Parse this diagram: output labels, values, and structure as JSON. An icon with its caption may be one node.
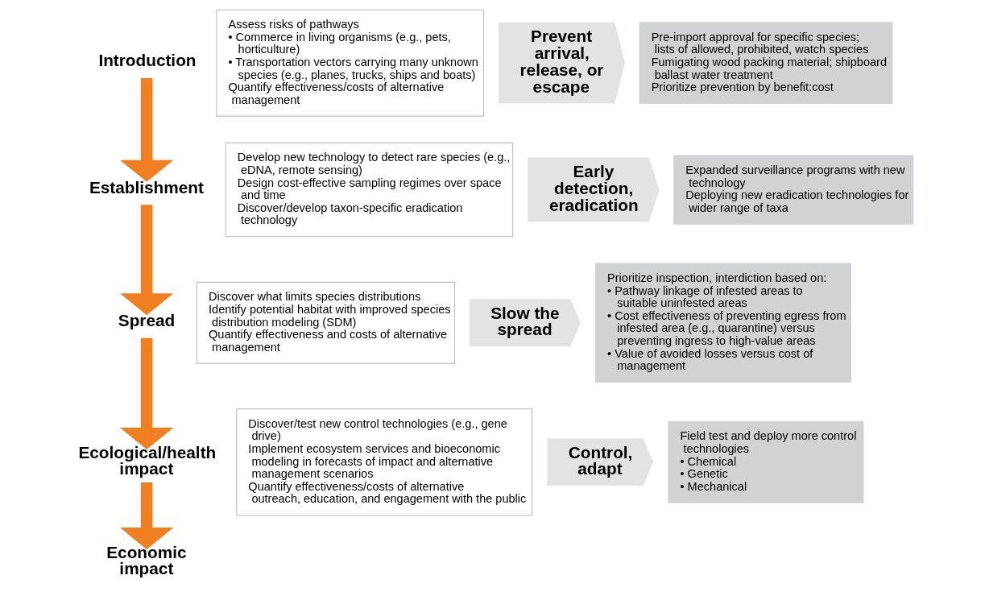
{
  "diagram": {
    "nodes": [
      {
        "text": [
          "Introduction"
        ]
      },
      {
        "text": [
          "Assess risks of pathways",
          "• Commerce in living organisms (e.g., pets, horticulture)",
          "• Transportation vectors carrying many unknown species (e.g., planes, trucks, ships and boats)",
          "Quantify effectiveness/costs of alternative management"
        ]
      },
      {
        "text": [
          "Prevent arrival, release, or escape"
        ]
      },
      {
        "text": [
          "Pre-import approval for specific species; lists of allowed, prohibited, watch species",
          "Fumigating wood packing material; shipboard ballast water treatment",
          "Prioritize prevention by benefit:cost"
        ]
      },
      {
        "text": [
          "Establishment"
        ]
      },
      {
        "text": [
          "Develop new technology to detect rare species (e.g., eDNA, remote sensing)",
          "Design cost-effective sampling regimes over space and time",
          "Discover/develop taxon-specific eradication technology"
        ]
      },
      {
        "text": [
          "Early detection, eradication"
        ]
      },
      {
        "text": [
          "Expanded surveillance programs with new technology",
          "Deploying new eradication technologies for wider range of taxa"
        ]
      },
      {
        "text": [
          "Spread"
        ]
      },
      {
        "text": [
          "Discover what limits species distributions",
          "Identify potential habitat with improved species distribution modeling (SDM)",
          "Quantify effectiveness and costs of alternative management"
        ]
      },
      {
        "text": [
          "Slow the spread"
        ]
      },
      {
        "text": [
          "Prioritize inspection, interdiction based on:",
          "• Pathway linkage of infested areas to suitable uninfested areas",
          "• Cost effectiveness of preventing egress from infested area (e.g., quarantine) versus preventing ingress to high-value areas",
          "• Value of avoided losses versus cost of management"
        ]
      },
      {
        "text": [
          "Ecological/health impact"
        ]
      },
      {
        "text": [
          "Discover/test new control technologies (e.g., gene drive)",
          "Implement ecosystem services and bioeconomic modeling in forecasts of impact and alternative management scenarios",
          "Quantify effectiveness/costs of alternative outreach, education, and engagement with the public"
        ]
      },
      {
        "text": [
          "Control, adapt"
        ]
      },
      {
        "text": [
          "Field test and deploy more control technologies",
          "• Chemical",
          "• Genetic",
          "• Mechanical"
        ]
      },
      {
        "text": [
          "Economic impact"
        ]
      }
    ],
    "edges": [
      {
        "from": 0,
        "to": 4,
        "arrow": "to"
      },
      {
        "from": 4,
        "to": 8,
        "arrow": "to"
      },
      {
        "from": 8,
        "to": 12,
        "arrow": "to"
      },
      {
        "from": 12,
        "to": 16,
        "arrow": "to"
      }
    ]
  }
}
